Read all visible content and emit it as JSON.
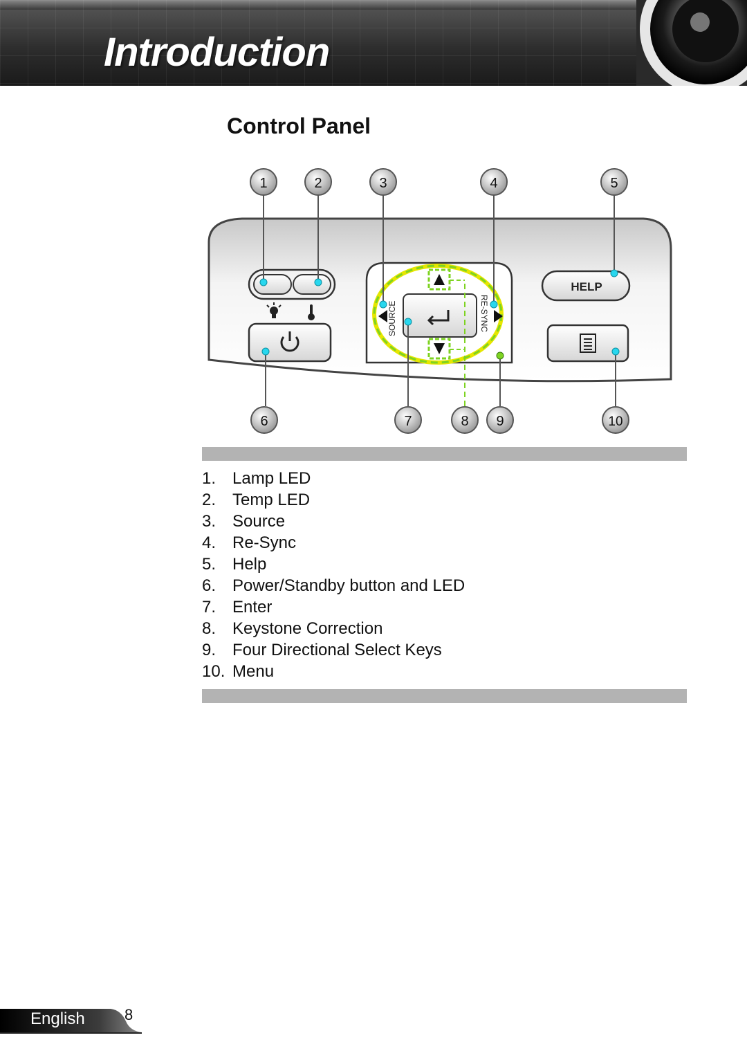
{
  "header": {
    "section_title": "Introduction"
  },
  "page_title": "Control Panel",
  "diagram": {
    "callouts_top": [
      "1",
      "2",
      "3",
      "4",
      "5"
    ],
    "callouts_bottom": [
      "6",
      "7",
      "8",
      "9",
      "10"
    ],
    "help_label": "HELP",
    "source_label": "SOURCE",
    "resync_label": "RE-SYNC",
    "highlight_color": "#7ed321",
    "dot_color": "#28d7ee"
  },
  "list": [
    {
      "num": "1.",
      "label": "Lamp LED"
    },
    {
      "num": "2.",
      "label": "Temp LED"
    },
    {
      "num": "3.",
      "label": "Source"
    },
    {
      "num": "4.",
      "label": "Re-Sync"
    },
    {
      "num": "5.",
      "label": "Help"
    },
    {
      "num": "6.",
      "label": "Power/Standby button and LED"
    },
    {
      "num": "7.",
      "label": "Enter"
    },
    {
      "num": "8.",
      "label": "Keystone Correction"
    },
    {
      "num": "9.",
      "label": "Four Directional Select Keys"
    },
    {
      "num": "10.",
      "label": "Menu"
    }
  ],
  "footer": {
    "language": "English",
    "page_number": "8"
  }
}
